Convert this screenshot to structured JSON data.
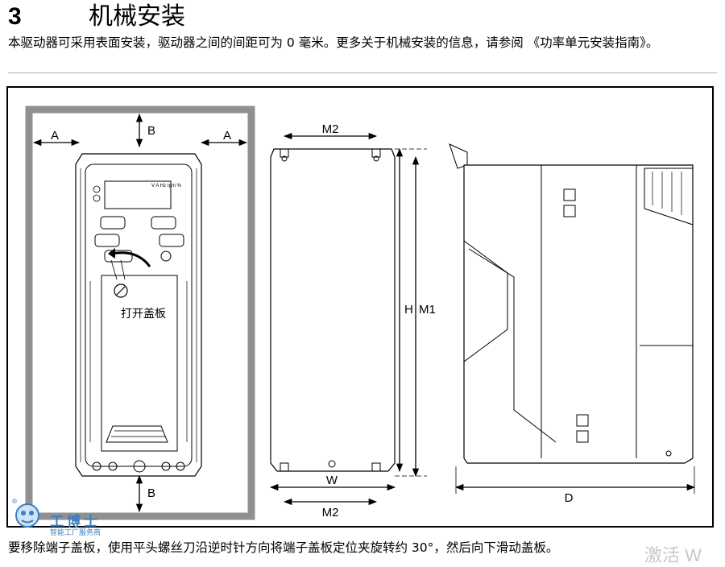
{
  "section": {
    "number": "3",
    "title": "机械安装"
  },
  "intro_text": "本驱动器可采用表面安装，驱动器之间的间距可为 0 毫米。更多关于机械安装的信息，请参阅 《功率单元安装指南》。",
  "figure": {
    "labels": {
      "a_left": "A",
      "a_right": "A",
      "b_top": "B",
      "b_bottom": "B",
      "m2_top": "M2",
      "m2_bottom": "M2",
      "w": "W",
      "h": "H",
      "m1": "M1",
      "d": "D",
      "open_cover": "打开盖板"
    }
  },
  "caption": "要移除端子盖板，使用平头螺丝刀沿逆时针方向将端子盖板定位夹旋转约 30°，然后向下滑动盖板。",
  "watermark": {
    "logo_text": "工博士",
    "logo_sub": "智能工厂服务商",
    "registered": "®",
    "corner_text": "激活 W"
  },
  "colors": {
    "line": "#000000",
    "gray_border": "#909090",
    "watermark_blue": "#3c7fc2"
  }
}
